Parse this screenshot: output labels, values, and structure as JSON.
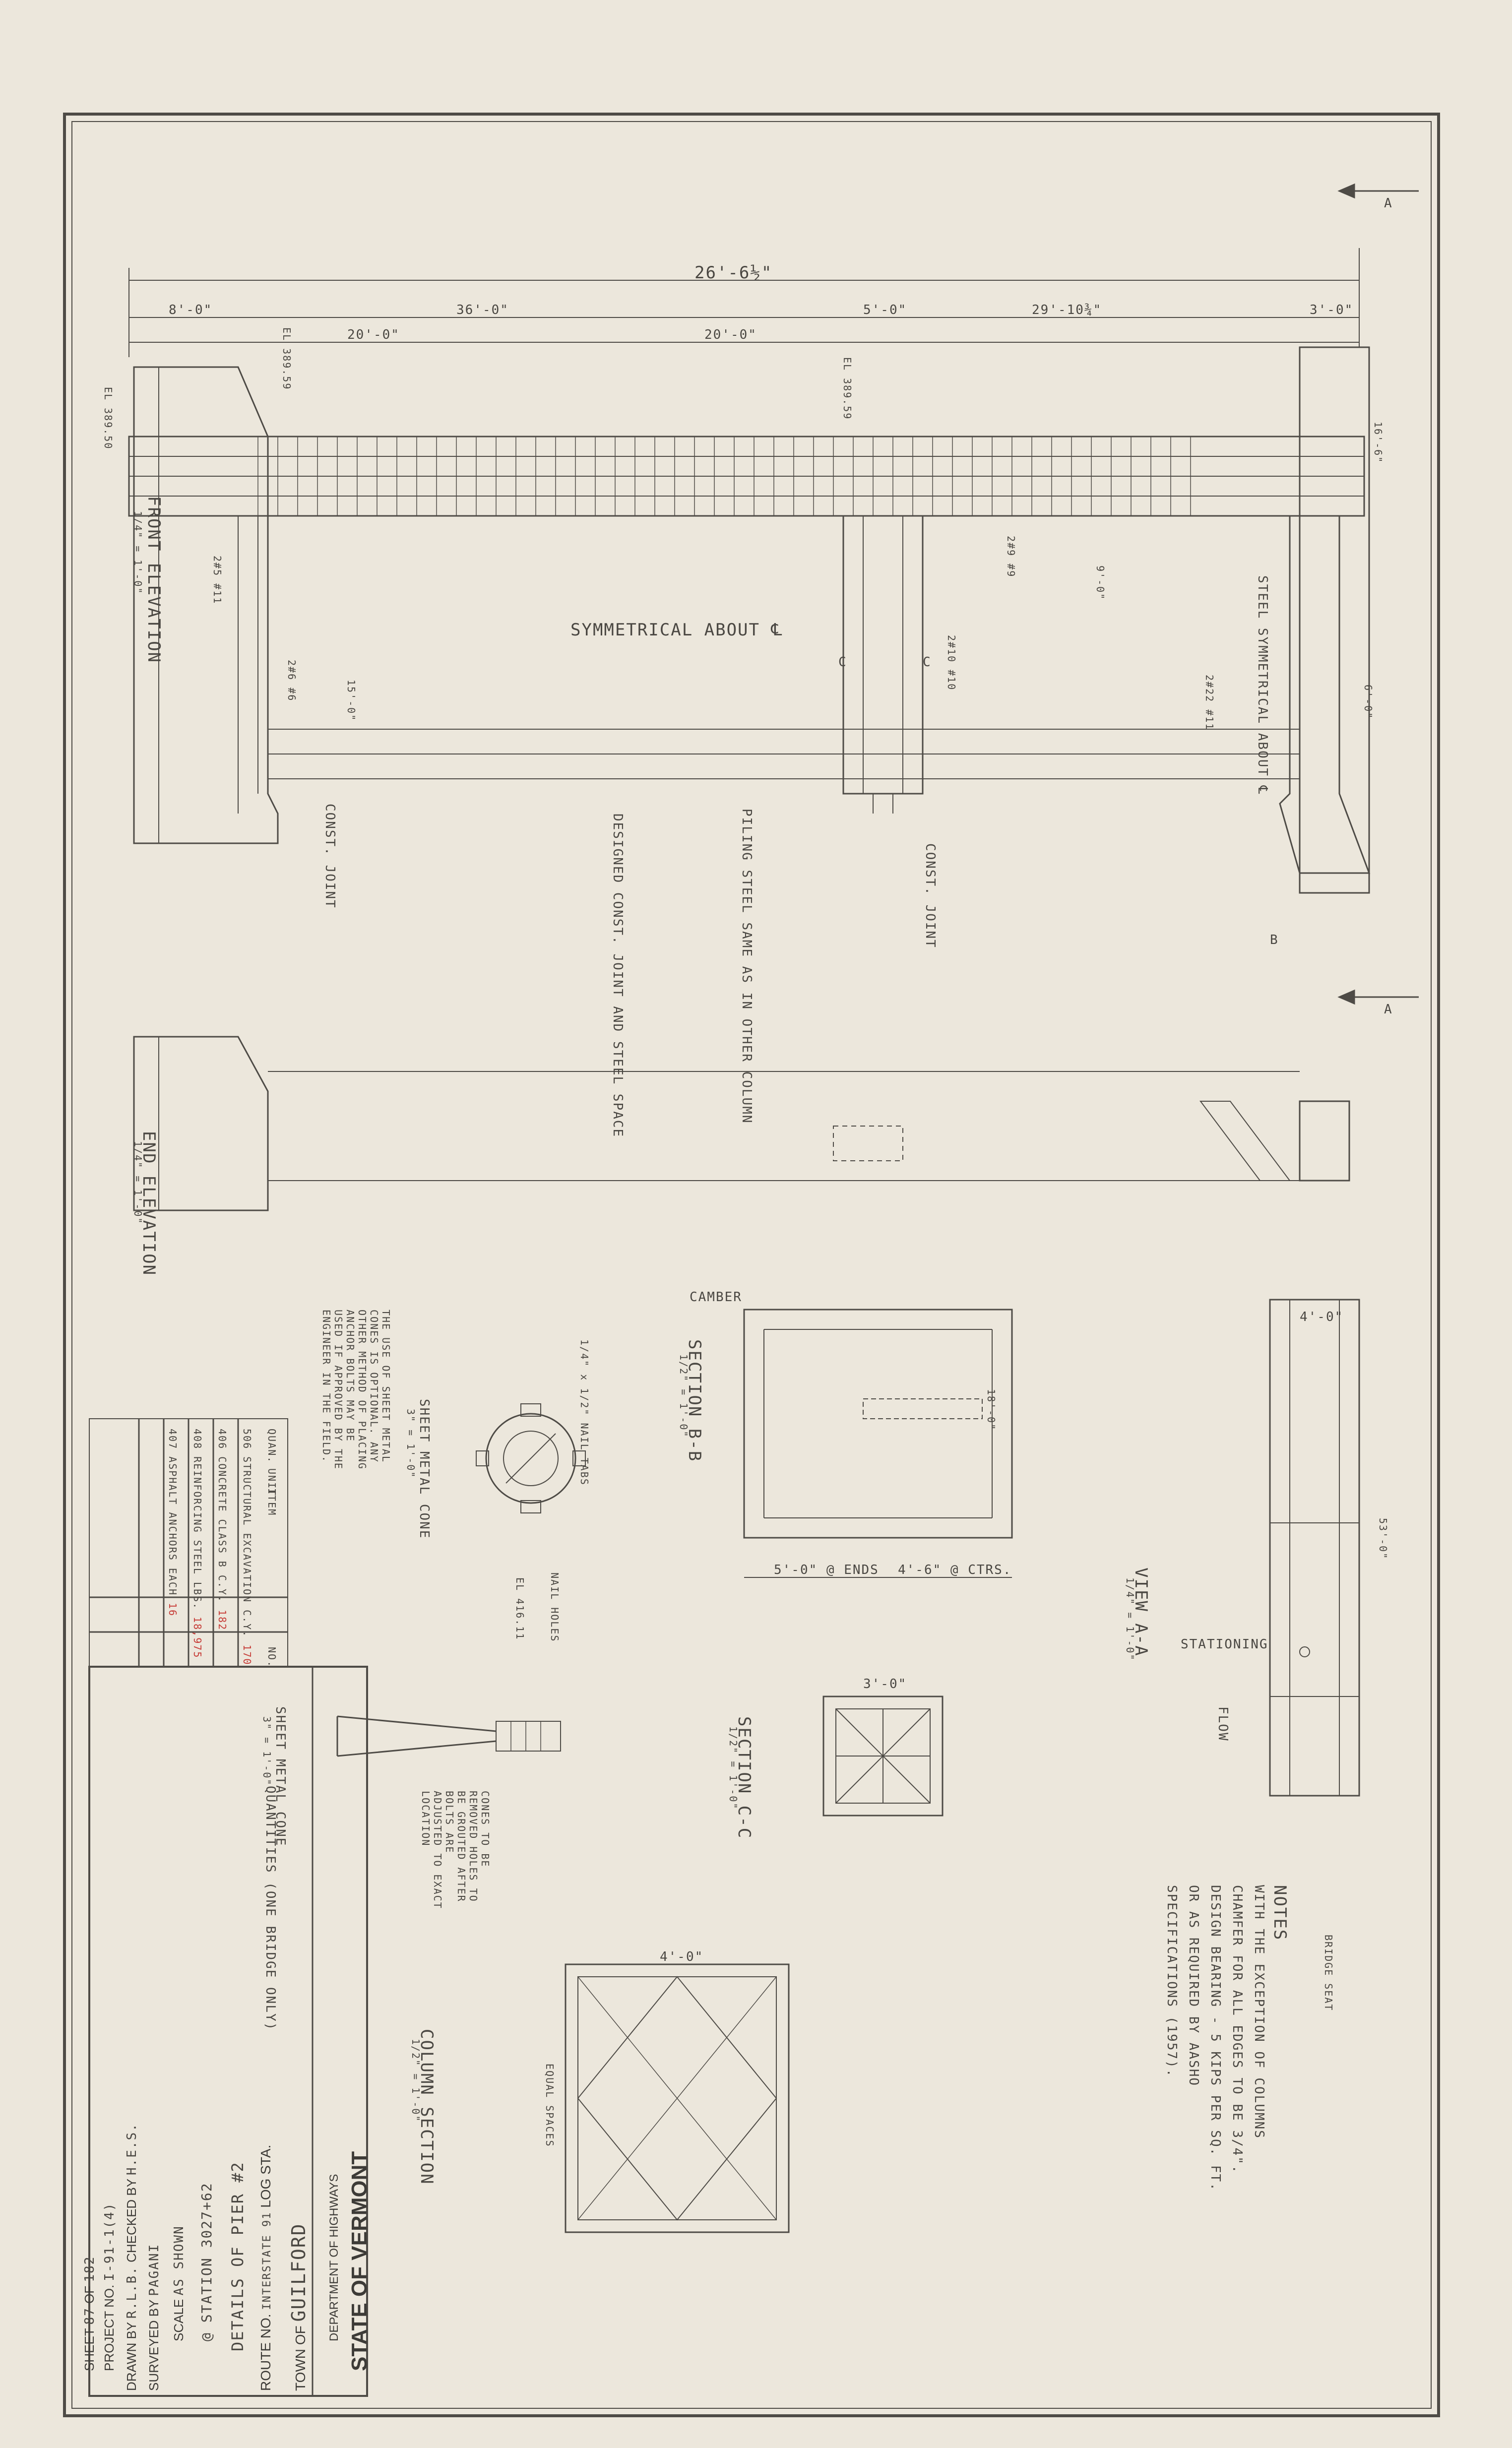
{
  "title_block": {
    "state": "STATE OF VERMONT",
    "department": "DEPARTMENT OF HIGHWAYS",
    "town_label": "TOWN OF",
    "town": "GUILFORD",
    "route_label": "ROUTE NO.",
    "route": "INTERSTATE 91",
    "log_label": "LOG STA.",
    "title_line1": "DETAILS OF PIER #2",
    "title_line2": "@ STATION 3027+62",
    "scale_label": "SCALE",
    "scale": "AS SHOWN",
    "surveyed_label": "SURVEYED BY",
    "surveyed": "PAGANI",
    "drawn_label": "DRAWN BY",
    "drawn": "R.L.B.",
    "checked_label": "CHECKED BY",
    "checked": "H.E.S.",
    "project_label": "PROJECT NO.",
    "project": "I-91-1(4)",
    "sheet_label": "SHEET",
    "sheet": "87",
    "of_label": "OF",
    "sheet_total": "182"
  },
  "quantities": {
    "title": "QUANTITIES (ONE BRIDGE ONLY)",
    "headers": [
      "NO.",
      "ITEM",
      "UNIT",
      "QUAN."
    ],
    "rows": [
      [
        "506",
        "STRUCTURAL EXCAVATION",
        "C.Y.",
        "170"
      ],
      [
        "406",
        "CONCRETE CLASS B",
        "C.Y.",
        "182"
      ],
      [
        "408",
        "REINFORCING STEEL",
        "LBS.",
        "18,975"
      ],
      [
        "407",
        "ASPHALT ANCHORS",
        "EACH",
        "16"
      ]
    ]
  },
  "labels": {
    "overall_length": "26'-6½\"",
    "dim_36": "36'-0\"",
    "dim_8": "8'-0\"",
    "dim_20a": "20'-0\"",
    "dim_20b": "20'-0\"",
    "dim_5a": "5'-0\"",
    "dim_29": "29'-10¾\"",
    "dim_3": "3'-0\"",
    "front_elevation": "FRONT ELEVATION",
    "front_scale": "1/4\" = 1'-0\"",
    "end_elevation": "END ELEVATION",
    "end_scale": "1/4\" = 1'-0\"",
    "symmetrical": "SYMMETRICAL ABOUT ℄",
    "steel_sym": "STEEL SYMMETRICAL ABOUT ℄",
    "const_joint": "CONST. JOINT",
    "const_joint2": "CONST. JOINT",
    "dowels": "DESIGNED CONST. JOINT AND STEEL SPACE",
    "piling": "PILING STEEL SAME AS IN OTHER COLUMN",
    "section_bb": "SECTION B-B",
    "section_bb_scale": "1/2\" = 1'-0\"",
    "section_cc": "SECTION C-C",
    "section_cc_scale": "1/2\" = 1'-0\"",
    "column_section": "COLUMN SECTION",
    "column_scale": "1/2\" = 1'-0\"",
    "view_aa": "VIEW A-A",
    "view_aa_scale": "1/4\" = 1'-0\"",
    "metal_cone": "SHEET METAL CONE",
    "metal_cone_scale": "3\" = 1'-0\"",
    "metal_cone2": "SHEET METAL CONE",
    "metal_cone2_scale": "3\" = 1'-0\"",
    "cone_note": "THE USE OF SHEET METAL CONES IS OPTIONAL. ANY OTHER METHOD OF PLACING ANCHOR BOLTS MAY BE USED IF APPROVED BY THE ENGINEER IN THE FIELD.",
    "nail_holes": "NAIL HOLES",
    "nail_tabs": "1/4\" x 1/2\" NAIL TABS",
    "cones_removed": "CONES TO BE REMOVED HOLES TO BE GROUTED AFTER BOLTS ARE ADJUSTED TO EXACT LOCATION",
    "camber": "CAMBER",
    "stationing": "STATIONING",
    "flow": "FLOW",
    "bridge_seat": "BRIDGE SEAT",
    "equal_spaces": "EQUAL SPACES",
    "el_1": "EL 389.50",
    "el_2": "EL 389.59",
    "el_3": "EL 389.59",
    "el_4": "EL 416.11",
    "sec_a": "A",
    "sec_b": "B",
    "sec_c": "C",
    "notes_title": "NOTES",
    "notes_body": "WITH THE EXCEPTION OF COLUMNS CHAMFER FOR ALL EDGES TO BE 3/4\". DESIGN BEARING - 5 KIPS PER SQ. FT. OR AS REQUIRED BY AASHO SPECIFICATIONS (1957).",
    "dim_4": "4'-0\"",
    "dim_3b": "3'-0\"",
    "dim_4b": "4'-0\"",
    "dim_16": "16'-6\"",
    "dim_53": "53'-0\"",
    "dim_15": "15'-0\"",
    "dim_9": "9'-0\"",
    "dim_6": "6'-0\"",
    "dim_18": "18'-0\"",
    "dim_5b": "5'-0\" @ ENDS",
    "dim_4c": "4'-6\" @ CTRS.",
    "bar_1": "2#5 #11",
    "bar_2": "2#6 #6",
    "bar_3": "2#9 #9",
    "bar_4": "2#10 #10",
    "bar_5": "2#22 #11"
  },
  "colors": {
    "paper": "#ece7dc",
    "pencil": "#4a4742",
    "red": "#c63b36"
  }
}
